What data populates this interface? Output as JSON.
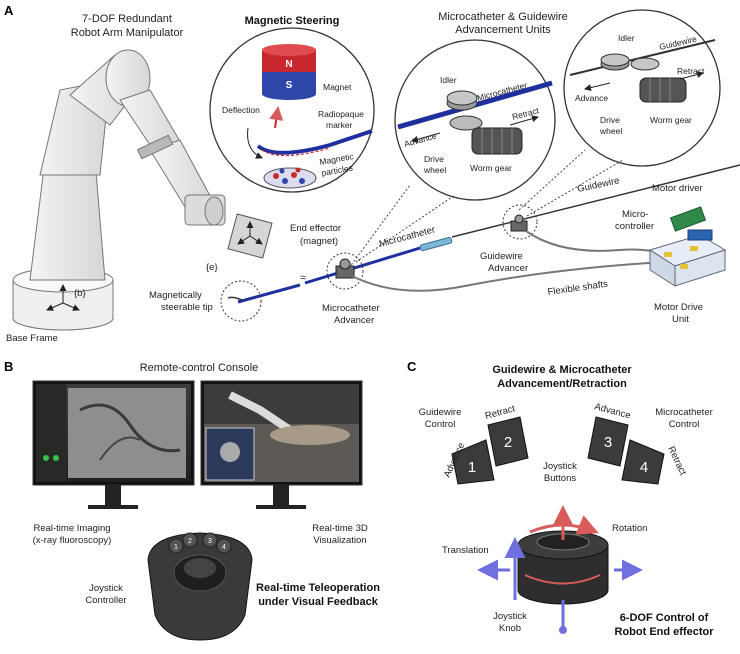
{
  "panels": {
    "a": "A",
    "b": "B",
    "c": "C"
  },
  "panel_a": {
    "robot_title_1": "7-DOF Redundant",
    "robot_title_2": "Robot Arm Manipulator",
    "base_frame": "Base Frame",
    "frame_b": "{b}",
    "frame_e": "{e}",
    "end_effector_1": "End effector",
    "end_effector_2": "(magnet)",
    "steerable_tip_1": "Magnetically",
    "steerable_tip_2": "steerable tip",
    "steering": {
      "title": "Magnetic Steering",
      "magnet": "Magnet",
      "pole_n": "N",
      "pole_s": "S",
      "deflection": "Deflection",
      "radiopaque_1": "Radiopaque",
      "radiopaque_2": "marker",
      "particles_1": "Magnetic",
      "particles_2": "particles"
    },
    "units_title_1": "Microcatheter & Guidewire",
    "units_title_2": "Advancement Units",
    "mc_unit": {
      "idler": "Idler",
      "microcatheter": "Microcatheter",
      "advance": "Advance",
      "retract": "Retract",
      "drive_1": "Drive",
      "drive_2": "wheel",
      "worm": "Worm gear"
    },
    "gw_unit": {
      "idler": "Idler",
      "guidewire": "Guidewire",
      "advance": "Advance",
      "retract": "Retract",
      "drive_1": "Drive",
      "drive_2": "wheel",
      "worm": "Worm gear"
    },
    "microcatheter": "Microcatheter",
    "guidewire": "Guidewire",
    "mc_advancer_1": "Microcatheter",
    "mc_advancer_2": "Advancer",
    "gw_advancer_1": "Guidewire",
    "gw_advancer_2": "Advancer",
    "motor_driver": "Motor driver",
    "micro_1": "Micro-",
    "micro_2": "controller",
    "flex_shafts": "Flexible shafts",
    "mdu_1": "Motor Drive",
    "mdu_2": "Unit"
  },
  "panel_b": {
    "console_title": "Remote-control Console",
    "imaging_1": "Real-time Imaging",
    "imaging_2": "(x-ray fluoroscopy)",
    "viz_1": "Real-time 3D",
    "viz_2": "Visualization",
    "joystick_1": "Joystick",
    "joystick_2": "Controller",
    "teleop_1": "Real-time Teleoperation",
    "teleop_2": "under Visual Feedback",
    "btn_1": "1",
    "btn_2": "2",
    "btn_3": "3",
    "btn_4": "4"
  },
  "panel_c": {
    "title_1": "Guidewire & Microcatheter",
    "title_2": "Advancement/Retraction",
    "gw_control_1": "Guidewire",
    "gw_control_2": "Control",
    "mc_control_1": "Microcatheter",
    "mc_control_2": "Control",
    "retract_left": "Retract",
    "advance_left": "Advance",
    "advance_right": "Advance",
    "retract_right": "Retract",
    "btn_1": "1",
    "btn_2": "2",
    "btn_3": "3",
    "btn_4": "4",
    "buttons_1": "Joystick",
    "buttons_2": "Buttons",
    "rotation": "Rotation",
    "translation": "Translation",
    "knob_1": "Joystick",
    "knob_2": "Knob",
    "dof_1": "6-DOF Control of",
    "dof_2": "Robot End effector"
  },
  "colors": {
    "microcatheter": "#1f2f9e",
    "magnet_n": "#c8282d",
    "magnet_s": "#2e46a8",
    "arrow_red": "#d95b5b",
    "arrow_blue": "#6f6fe0",
    "button_dark": "#3b3b3b"
  }
}
